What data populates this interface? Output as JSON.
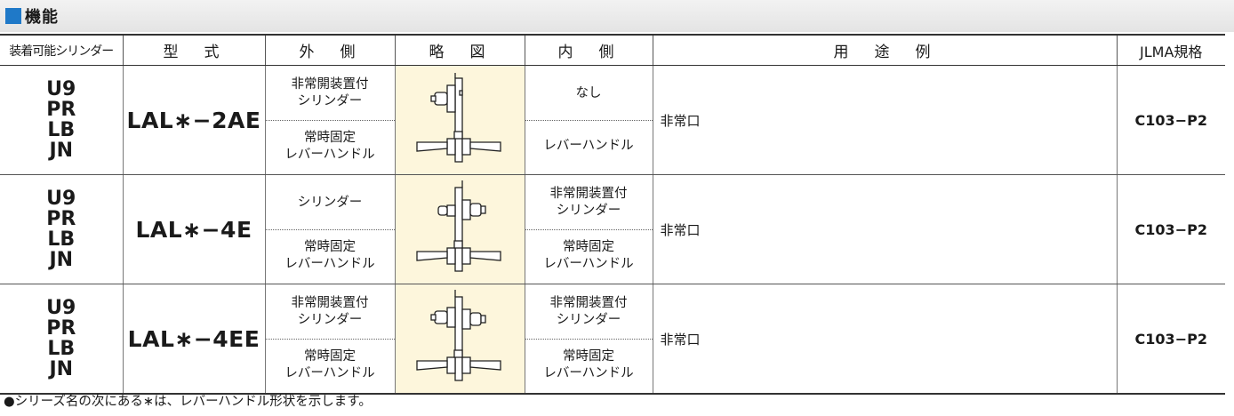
{
  "section": {
    "title": "機能"
  },
  "headers": {
    "series": "装着可能シリンダー",
    "model": "型　式",
    "outside": "外　側",
    "diagram": "略　図",
    "inside": "内　側",
    "usage": "用　途　例",
    "jlma": "JLMA規格"
  },
  "rows": [
    {
      "series": [
        "U9",
        "PR",
        "LB",
        "JN"
      ],
      "model": "LAL∗−2AE",
      "outside_top": "非常開装置付\nシリンダー",
      "outside_bottom": "常時固定\nレバーハンドル",
      "inside_top": "なし",
      "inside_bottom": "レバーハンドル",
      "usage": "非常口",
      "jlma": "C103−P2"
    },
    {
      "series": [
        "U9",
        "PR",
        "LB",
        "JN"
      ],
      "model": "LAL∗−4E",
      "outside_top": "シリンダー",
      "outside_bottom": "常時固定\nレバーハンドル",
      "inside_top": "非常開装置付\nシリンダー",
      "inside_bottom": "常時固定\nレバーハンドル",
      "usage": "非常口",
      "jlma": "C103−P2"
    },
    {
      "series": [
        "U9",
        "PR",
        "LB",
        "JN"
      ],
      "model": "LAL∗−4EE",
      "outside_top": "非常開装置付\nシリンダー",
      "outside_bottom": "常時固定\nレバーハンドル",
      "inside_top": "非常開装置付\nシリンダー",
      "inside_bottom": "常時固定\nレバーハンドル",
      "usage": "非常口",
      "jlma": "C103−P2"
    }
  ],
  "note": "●シリーズ名の次にある∗は、レバーハンドル形状を示します。"
}
